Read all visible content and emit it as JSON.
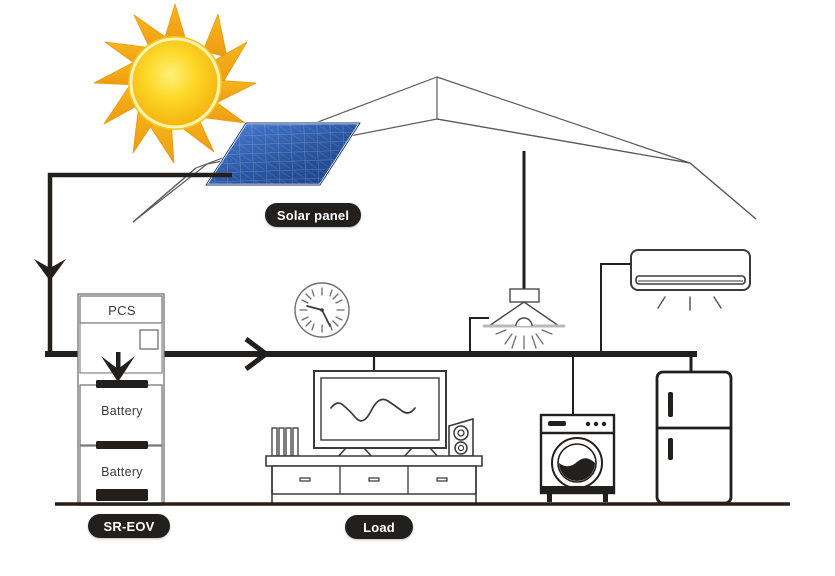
{
  "diagram": {
    "title": "Residential solar energy storage system diagram",
    "background": "#ffffff",
    "stroke_color": "#231f1c",
    "thin_stroke_color": "#555555"
  },
  "labels": {
    "solar_panel": "Solar panel",
    "sr_eov": "SR-EOV",
    "load": "Load"
  },
  "cabinet": {
    "pcs": "PCS",
    "battery_1": "Battery",
    "battery_2": "Battery"
  },
  "colors": {
    "sun_ray": "#F2A81D",
    "sun_core_outer": "#F5B914",
    "sun_core_inner": "#FCE14A",
    "panel_dark": "#1B3F8F",
    "panel_mid": "#2E5FBF",
    "panel_cell": "#4A7CD4",
    "line_black": "#231f1c",
    "line_grey": "#6b6b6b",
    "pill_bg": "#231f1c",
    "pill_text": "#ffffff"
  },
  "icons": {
    "sun": "sun-icon",
    "solar_panel": "solar-panel-icon",
    "house_roof": "house-roof-icon",
    "clock": "wall-clock-icon",
    "pendant_lamp": "pendant-lamp-icon",
    "air_conditioner": "air-conditioner-icon",
    "television": "television-icon",
    "speaker": "speaker-icon",
    "tv_cabinet": "tv-cabinet-icon",
    "washing_machine": "washing-machine-icon",
    "refrigerator": "refrigerator-icon",
    "pcs_unit": "pcs-unit-icon",
    "battery_module": "battery-module-icon",
    "flow_arrow_down": "arrow-down-icon",
    "flow_arrow_right": "arrow-right-icon",
    "flow_arrow_into_battery": "arrow-down-into-battery-icon"
  },
  "flow": {
    "solar_to_pcs": "power flows from solar panel down the left wire into PCS",
    "pcs_to_load": "power flows right along the bus bar to household loads",
    "pcs_to_battery": "power flows down into the battery stack"
  }
}
